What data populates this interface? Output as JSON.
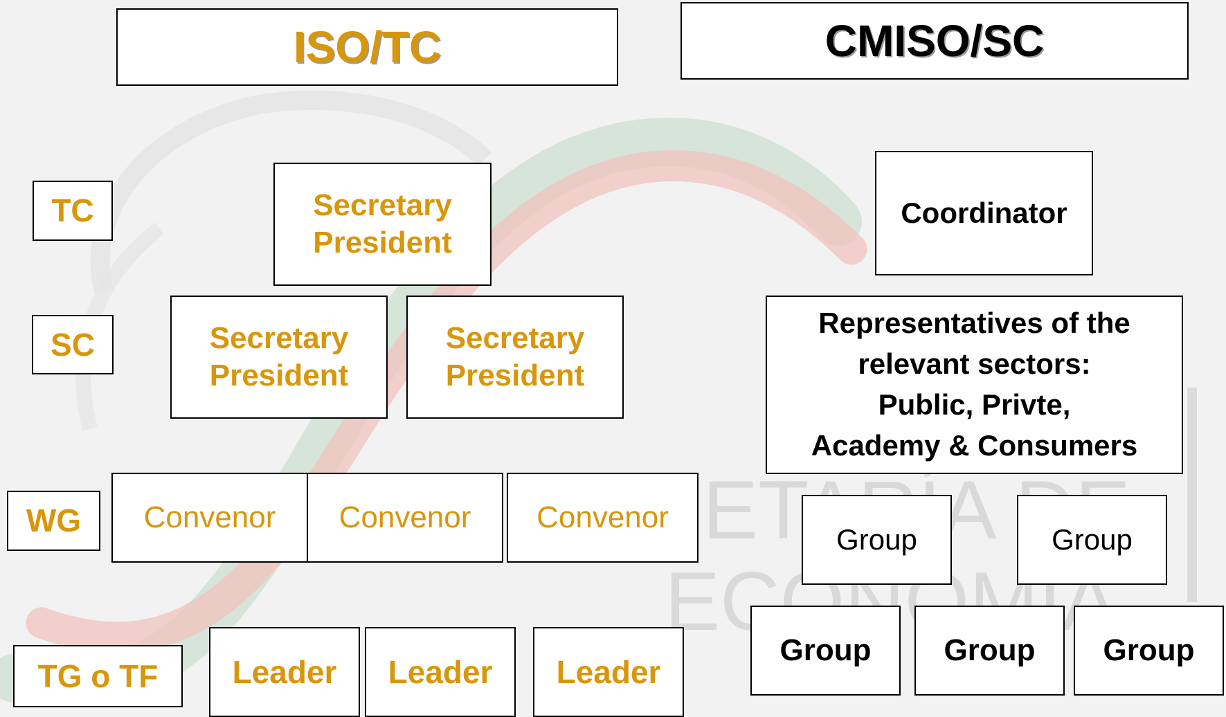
{
  "colors": {
    "accent": "#d8960b",
    "text": "#000000",
    "box_bg": "#ffffff",
    "background": "#f2f2f2"
  },
  "header": {
    "left": "ISO/TC",
    "right": "CMISO/SC"
  },
  "levels": {
    "tc": "TC",
    "sc": "SC",
    "wg": "WG",
    "tg": "TG o TF"
  },
  "iso": {
    "tc": [
      "Secretary",
      "President"
    ],
    "sc": [
      [
        "Secretary",
        "President"
      ],
      [
        "Secretary",
        "President"
      ]
    ],
    "wg": [
      "Convenor",
      "Convenor",
      "Convenor"
    ],
    "tg": [
      "Leader",
      "Leader",
      "Leader"
    ]
  },
  "cmiso": {
    "coordinator": "Coordinator",
    "representatives": [
      "Representatives of the",
      "relevant sectors:",
      "Public, Privte,",
      "Academy & Consumers"
    ],
    "groups_mid": [
      "Group",
      "Group"
    ],
    "groups_bottom": [
      "Group",
      "Group",
      "Group"
    ]
  },
  "watermark": {
    "line1": "ETARÍA DE",
    "line2": "ECONOMÍA"
  }
}
